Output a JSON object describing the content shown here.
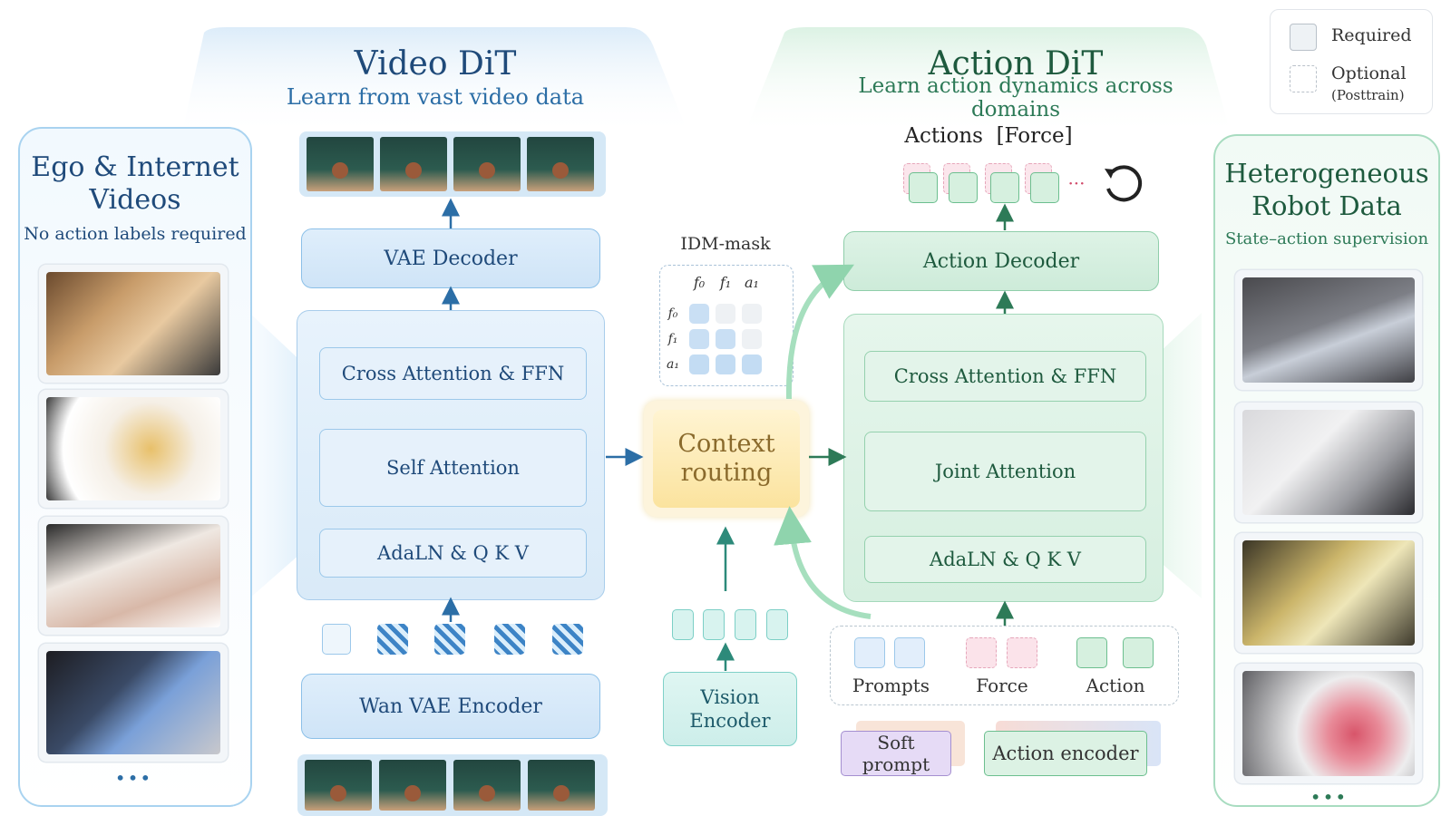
{
  "left_panel": {
    "title": "Ego & Internet Videos",
    "subtitle": "No action labels required",
    "more": "•••"
  },
  "video_dit": {
    "title": "Video DiT",
    "subtitle": "Learn from vast video data",
    "vae_decoder": "VAE Decoder",
    "cross_attention": "Cross Attention & FFN",
    "self_attention": "Self Attention",
    "adaln": "AdaLN & Q K V",
    "encoder": "Wan VAE Encoder"
  },
  "middle": {
    "idm_mask_label": "IDM-mask",
    "idm_cols": [
      "f₀",
      "f₁",
      "a₁"
    ],
    "idm_rows": [
      "f₀",
      "f₁",
      "a₁"
    ],
    "context_routing": "Context routing",
    "vision_encoder": "Vision Encoder"
  },
  "action_dit": {
    "title": "Action DiT",
    "subtitle": "Learn action dynamics across domains",
    "actions_label": "Actions  [Force]",
    "ellipsis": "···",
    "action_decoder": "Action Decoder",
    "cross_attention": "Cross Attention & FFN",
    "joint_attention": "Joint Attention",
    "adaln": "AdaLN & Q K V",
    "prompts": "Prompts",
    "force": "Force",
    "action": "Action",
    "soft_prompt": "Soft prompt",
    "action_encoder": "Action encoder"
  },
  "right_panel": {
    "title": "Heterogeneous Robot Data",
    "subtitle": "State–action supervision",
    "more": "•••"
  },
  "legend": {
    "required": "Required",
    "optional": "Optional",
    "optional_note": "(Posttrain)"
  },
  "colors": {
    "blue_accent": "#1f4a7a",
    "green_accent": "#1e5a3e",
    "blue_arrow": "#2c6ea6",
    "green_arrow": "#2d7a57",
    "context_fill": "#fbe9b0",
    "force_pink": "#f7d6e0",
    "soft_prompt_purple": "#ddd0f1"
  }
}
